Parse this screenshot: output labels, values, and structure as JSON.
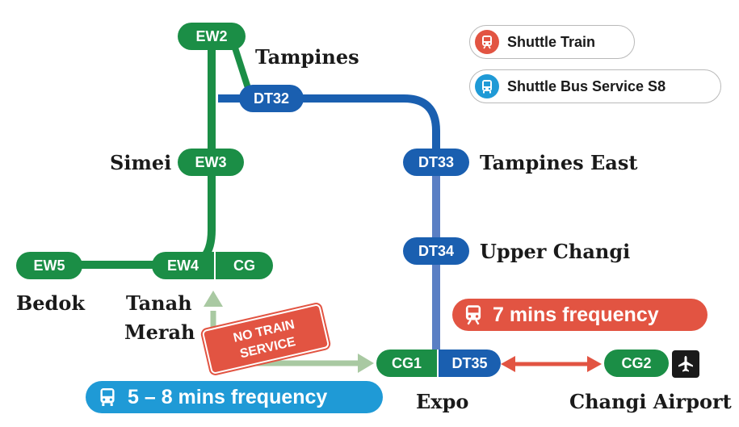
{
  "legend": {
    "shuttle_train": "Shuttle Train",
    "shuttle_bus": "Shuttle Bus Service S8"
  },
  "stations": {
    "ew2": "EW2",
    "ew3": "EW3",
    "ew4": "EW4",
    "ew5": "EW5",
    "cg": "CG",
    "dt32": "DT32",
    "dt33": "DT33",
    "dt34": "DT34",
    "cg1": "CG1",
    "dt35": "DT35",
    "cg2": "CG2"
  },
  "names": {
    "tampines": "Tampines",
    "simei": "Simei",
    "bedok": "Bedok",
    "tanah": "Tanah",
    "merah": "Merah",
    "tampines_east": "Tampines East",
    "upper_changi": "Upper Changi",
    "expo": "Expo",
    "changi_airport": "Changi Airport"
  },
  "notices": {
    "no_train_1": "NO TRAIN",
    "no_train_2": "SERVICE",
    "train_frequency": "7 mins frequency",
    "bus_frequency": "5 – 8 mins frequency"
  },
  "colors": {
    "ew_line": "#1b8e46",
    "dt_line": "#1a5fb0",
    "dt_line_light": "#5a7fc4",
    "shuttle_train": "#e25442",
    "shuttle_bus": "#1f9ad6",
    "bus_route": "#a9c9a2"
  },
  "icons": {
    "train": "train-icon",
    "bus": "bus-icon",
    "airport": "airplane-icon"
  }
}
